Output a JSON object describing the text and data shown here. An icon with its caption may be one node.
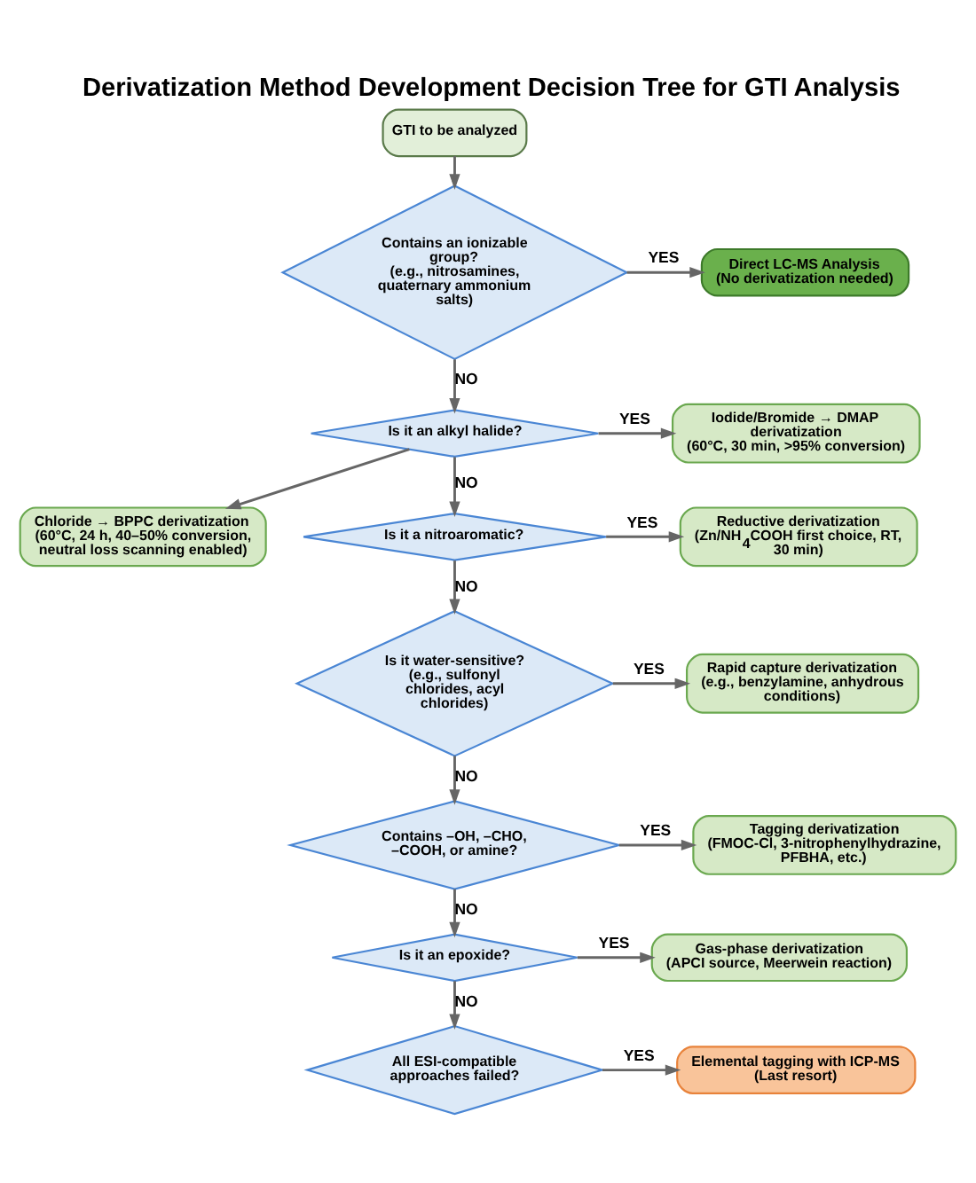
{
  "diagram": {
    "title": "Derivatization Method Development Decision Tree for GTI Analysis",
    "nodes": [
      {
        "text": [
          "GTI to be analyzed"
        ]
      },
      {
        "text": [
          "Contains an ionizable group?",
          "(e.g., nitrosamines, quaternary ammonium salts)"
        ]
      },
      {
        "text": [
          "Direct LC-MS Analysis",
          "(No derivatization needed)"
        ]
      },
      {
        "text": [
          "Is it an alkyl halide?"
        ]
      },
      {
        "text": [
          "Iodide/Bromide → DMAP derivatization",
          "(60°C, 30 min, >95% conversion)"
        ]
      },
      {
        "text": [
          "Chloride → BPPC derivatization",
          "(60°C, 24 h, 40–50% conversion, neutral loss scanning enabled)"
        ]
      },
      {
        "text": [
          "Is it a nitroaromatic?"
        ]
      },
      {
        "text": [
          "Reductive derivatization",
          "(Zn/NH$_{4}$COOH first choice, RT, 30 min)"
        ]
      },
      {
        "text": [
          "Is it water-sensitive?",
          "(e.g., sulfonyl chlorides, acyl chlorides)"
        ]
      },
      {
        "text": [
          "Rapid capture derivatization",
          "(e.g., benzylamine, anhydrous conditions)"
        ]
      },
      {
        "text": [
          "Contains –OH, –CHO, –COOH, or amine?"
        ]
      },
      {
        "text": [
          "Tagging derivatization",
          "(FMOC-Cl, 3-nitrophenylhydrazine, PFBHA, etc.)"
        ]
      },
      {
        "text": [
          "Is it an epoxide?"
        ]
      },
      {
        "text": [
          "Gas-phase derivatization",
          "(APCI source, Meerwein reaction)"
        ]
      },
      {
        "text": [
          "All ESI-compatible approaches failed?"
        ]
      },
      {
        "text": [
          "Elemental tagging with ICP-MS",
          "(Last resort)"
        ]
      }
    ],
    "edges": [
      {
        "from": 0,
        "to": 1,
        "arrow": "to"
      },
      {
        "from": 1,
        "to": 2,
        "arrow": "to",
        "label": "YES"
      },
      {
        "from": 1,
        "to": 3,
        "arrow": "to",
        "label": "NO"
      },
      {
        "from": 3,
        "to": 4,
        "arrow": "to",
        "label": "YES"
      },
      {
        "from": 3,
        "to": 5,
        "arrow": "to"
      },
      {
        "from": 3,
        "to": 6,
        "arrow": "to",
        "label": "NO"
      },
      {
        "from": 6,
        "to": 7,
        "arrow": "to",
        "label": "YES"
      },
      {
        "from": 6,
        "to": 8,
        "arrow": "to",
        "label": "NO"
      },
      {
        "from": 8,
        "to": 9,
        "arrow": "to",
        "label": "YES"
      },
      {
        "from": 8,
        "to": 10,
        "arrow": "to",
        "label": "NO"
      },
      {
        "from": 10,
        "to": 11,
        "arrow": "to",
        "label": "YES"
      },
      {
        "from": 10,
        "to": 12,
        "arrow": "to",
        "label": "NO"
      },
      {
        "from": 12,
        "to": 13,
        "arrow": "to",
        "label": "YES"
      },
      {
        "from": 12,
        "to": 14,
        "arrow": "to",
        "label": "NO"
      },
      {
        "from": 14,
        "to": 15,
        "arrow": "to",
        "label": "YES"
      }
    ]
  }
}
